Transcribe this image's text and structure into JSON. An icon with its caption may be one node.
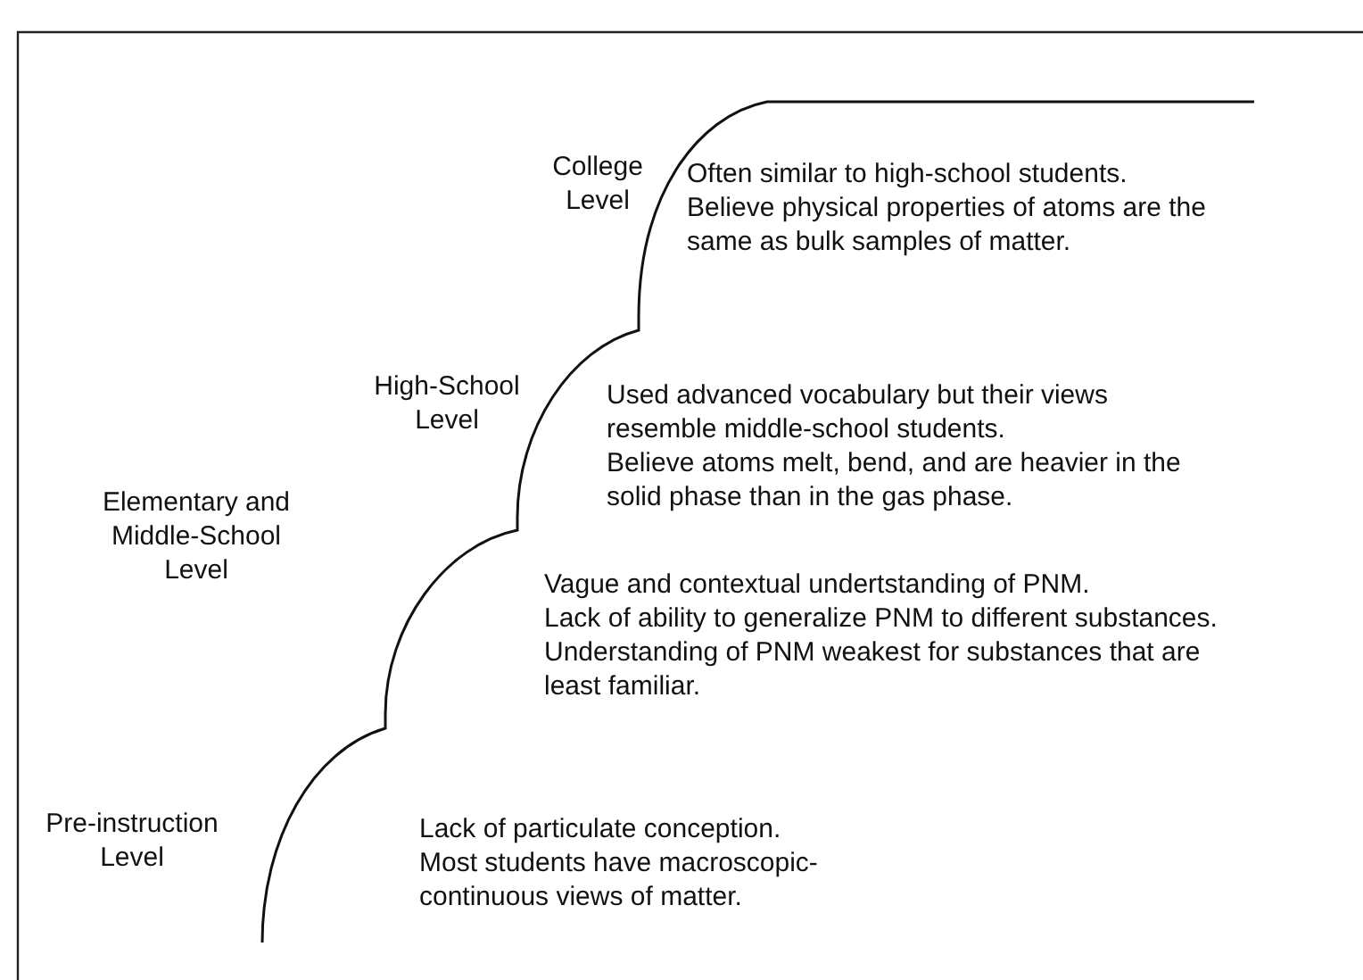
{
  "diagram": {
    "labels": [
      "College Level",
      "Often similar to high-school students.",
      "Believe physical properties of atoms are the same as bulk samples of matter.",
      "High-School Level",
      "Used advanced vocabulary but their views resemble middle-school students.",
      "Believe atoms melt, bend, and are heavier in the solid phase than in the gas phase.",
      "Elementary and Middle-School Level",
      "Vague and contextual undertstanding of PNM.",
      "Lack of ability to generalize PNM to different substances.",
      "Understanding of PNM weakest for substances that are least familiar.",
      "Pre-instruction Level",
      "Lack of particulate conception.",
      "Most students have macroscopic-continuous views of matter."
    ]
  }
}
